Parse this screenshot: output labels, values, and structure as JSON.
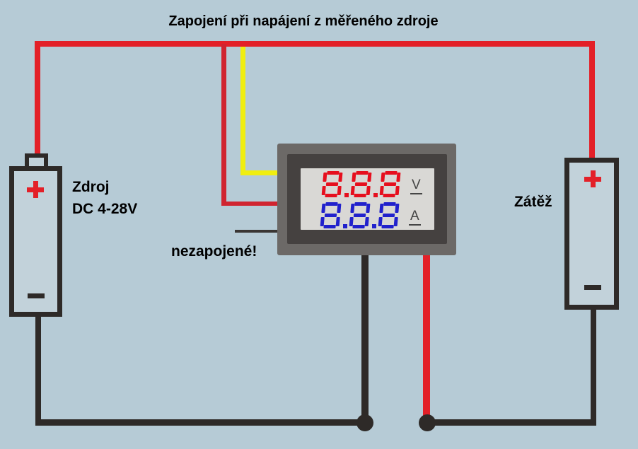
{
  "title": "Zapojení při napájení z měřeného zdroje",
  "source": {
    "name": "Zdroj",
    "rating": "DC 4-28V",
    "polarity_top": "+",
    "polarity_bottom": "−"
  },
  "load": {
    "name": "Zátěž",
    "polarity_top": "+",
    "polarity_bottom": "−"
  },
  "meter": {
    "voltage": {
      "value": "8.8.8",
      "unit": "V"
    },
    "current": {
      "value": "8.8.8",
      "unit": "A"
    }
  },
  "annotations": {
    "unconnected": "nezapojené!"
  },
  "colors": {
    "background": "#b6cbd6",
    "wire_red": "#e32028",
    "wire_red_dark": "#d02430",
    "wire_yellow": "#f0ee10",
    "wire_black": "#2e2a28",
    "stub_black": "#3a3634",
    "battery_fill": "#c2d2da",
    "meter_frame": "#6c6967",
    "meter_bezel": "#454140",
    "display_bg": "#d9d8d5",
    "digit_red": "#e60f1e",
    "digit_blue": "#2121cc",
    "unit_text": "#454545",
    "text": "#000000"
  }
}
